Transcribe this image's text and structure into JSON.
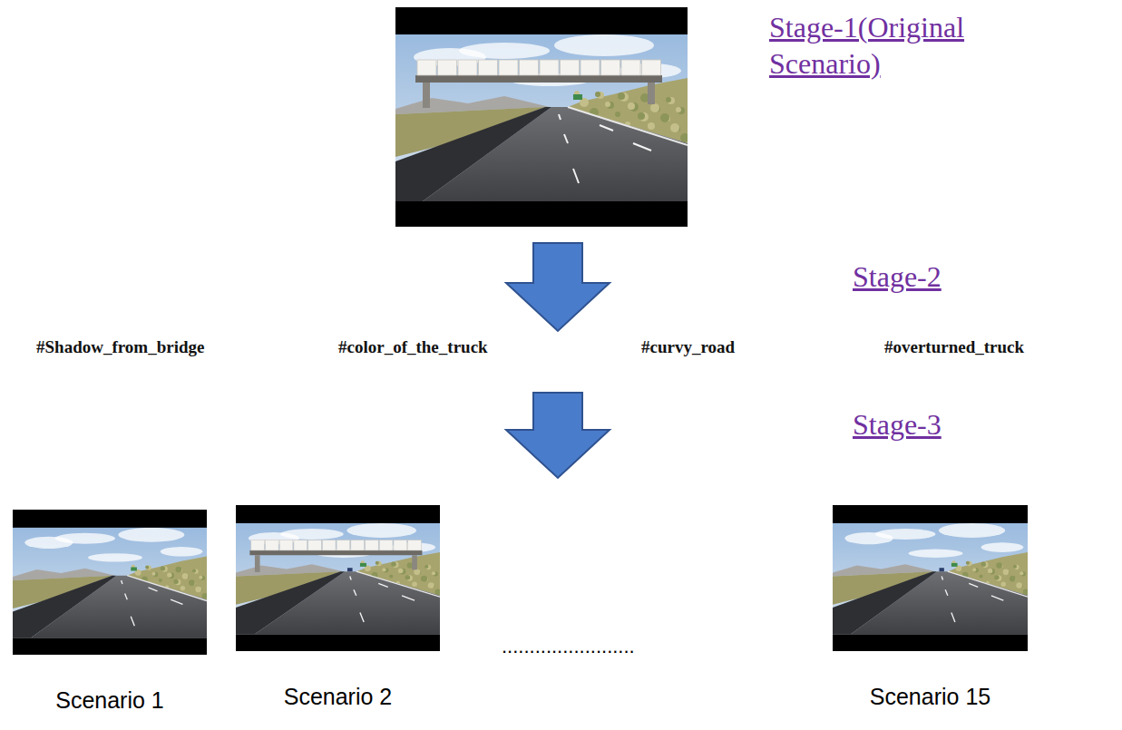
{
  "diagram": {
    "nodes": [
      {
        "text": [
          "Stage-1(Original Scenario)"
        ]
      },
      {
        "text": [
          "#Shadow_from_bridge",
          "#color_of_the_truck",
          "#curvy_road",
          "#overturned_truck"
        ]
      },
      {
        "text": [
          "Scenario 1"
        ]
      },
      {
        "text": [
          "Scenario 2"
        ]
      },
      {
        "text": [
          "Scenario 15"
        ]
      }
    ],
    "edges": [
      {
        "from": 0,
        "to": 1,
        "arrow": "to",
        "label": "Stage-2"
      },
      {
        "from": 1,
        "to": 3,
        "arrow": "to",
        "label": "Stage-3"
      }
    ],
    "labels": [
      "........................"
    ]
  }
}
